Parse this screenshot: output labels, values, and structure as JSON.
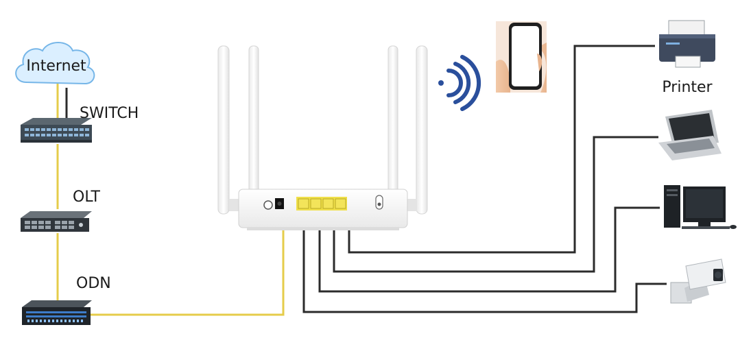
{
  "labels": {
    "internet": "Internet",
    "switch": "SWITCH",
    "olt": "OLT",
    "odn": "ODN",
    "printer": "Printer"
  },
  "colors": {
    "fiber": "#e5cc4a",
    "ethernet": "#2b2b2b",
    "wifi": "#2a4f9c",
    "lan_port": "#f0e04a",
    "cloud_fill": "#dbefff",
    "cloud_stroke": "#76b6e8",
    "device_dark": "#2a3138",
    "router_body": "#f4f4f4"
  },
  "icons": {
    "cloud": "cloud-icon",
    "switch": "network-switch-icon",
    "olt": "olt-chassis-icon",
    "odn": "odn-panel-icon",
    "router": "router-icon",
    "wifi": "wifi-signal-icon",
    "phone": "smartphone-icon",
    "printer": "printer-icon",
    "laptop": "laptop-icon",
    "desktop": "desktop-computer-icon",
    "camera": "security-camera-icon"
  }
}
